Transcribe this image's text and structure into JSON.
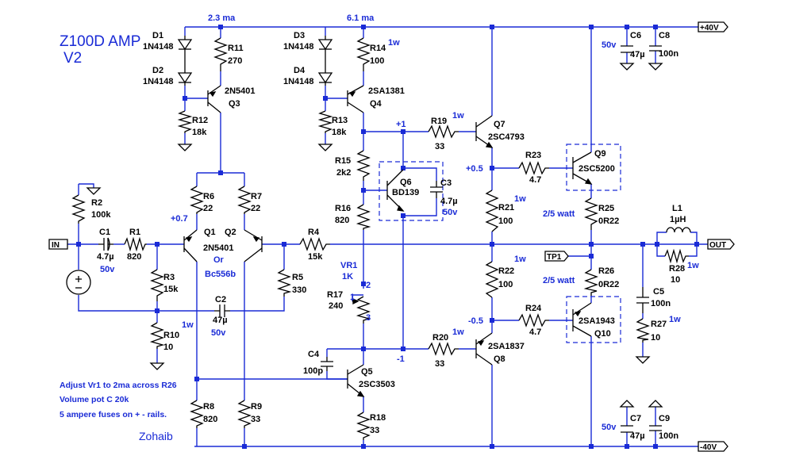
{
  "title": {
    "line1": "Z100D AMP",
    "line2": "V2"
  },
  "author": "Zohaib",
  "notes": [
    "Adjust Vr1 to 2ma across R26",
    "Volume pot C 20k",
    "5 ampere fuses on + - rails."
  ],
  "ports": {
    "in": "IN",
    "out": "OUT",
    "pos_rail": "+40V",
    "neg_rail": "-40V",
    "tp1": "TP1"
  },
  "currents": {
    "front": "2.3 ma",
    "vas": "6.1 ma"
  },
  "voltages": {
    "v_plus1": "+1",
    "v_plus05": "+0.5",
    "v_plus07": "+0.7",
    "v_minus05": "-0.5",
    "v_minus1": "-1"
  },
  "components": {
    "D1": {
      "ref": "D1",
      "value": "1N4148"
    },
    "D2": {
      "ref": "D2",
      "value": "1N4148"
    },
    "D3": {
      "ref": "D3",
      "value": "1N4148"
    },
    "D4": {
      "ref": "D4",
      "value": "1N4148"
    },
    "R1": {
      "ref": "R1",
      "value": "820"
    },
    "R2": {
      "ref": "R2",
      "value": "100k"
    },
    "R3": {
      "ref": "R3",
      "value": "15k"
    },
    "R4": {
      "ref": "R4",
      "value": "15k"
    },
    "R5": {
      "ref": "R5",
      "value": "330"
    },
    "R6": {
      "ref": "R6",
      "value": "22"
    },
    "R7": {
      "ref": "R7",
      "value": "22"
    },
    "R8": {
      "ref": "R8",
      "value": "820"
    },
    "R9": {
      "ref": "R9",
      "value": "33"
    },
    "R10": {
      "ref": "R10",
      "value": "10",
      "power": "1w"
    },
    "R11": {
      "ref": "R11",
      "value": "270"
    },
    "R12": {
      "ref": "R12",
      "value": "18k"
    },
    "R13": {
      "ref": "R13",
      "value": "18k"
    },
    "R14": {
      "ref": "R14",
      "value": "100",
      "power": "1w"
    },
    "R15": {
      "ref": "R15",
      "value": "2k2"
    },
    "R16": {
      "ref": "R16",
      "value": "820"
    },
    "R17": {
      "ref": "R17",
      "value": "240"
    },
    "R18": {
      "ref": "R18",
      "value": "33"
    },
    "R19": {
      "ref": "R19",
      "value": "33",
      "power": "1w"
    },
    "R20": {
      "ref": "R20",
      "value": "33",
      "power": "1w"
    },
    "R21": {
      "ref": "R21",
      "value": "100",
      "power": "1w"
    },
    "R22": {
      "ref": "R22",
      "value": "100",
      "power": "1w"
    },
    "R23": {
      "ref": "R23",
      "value": "4.7"
    },
    "R24": {
      "ref": "R24",
      "value": "4.7"
    },
    "R25": {
      "ref": "R25",
      "value": "0R22",
      "power": "2/5 watt"
    },
    "R26": {
      "ref": "R26",
      "value": "0R22",
      "power": "2/5 watt"
    },
    "R27": {
      "ref": "R27",
      "value": "10",
      "power": "1w"
    },
    "R28": {
      "ref": "R28",
      "value": "10",
      "power": "1w"
    },
    "C1": {
      "ref": "C1",
      "value": "4.7µ",
      "voltage": "50v"
    },
    "C2": {
      "ref": "C2",
      "value": "47µ",
      "voltage": "50v"
    },
    "C3": {
      "ref": "C3",
      "value": "4.7µ",
      "voltage": "50v"
    },
    "C4": {
      "ref": "C4",
      "value": "100p"
    },
    "C5": {
      "ref": "C5",
      "value": "100n"
    },
    "C6": {
      "ref": "C6",
      "value": "47µ",
      "voltage": "50v"
    },
    "C7": {
      "ref": "C7",
      "value": "47µ",
      "voltage": "50v"
    },
    "C8": {
      "ref": "C8",
      "value": "100n"
    },
    "C9": {
      "ref": "C9",
      "value": "100n"
    },
    "L1": {
      "ref": "L1",
      "value": "1µH"
    },
    "VR1": {
      "ref": "VR1",
      "value": "1K",
      "pin1": "1",
      "pin2": "2",
      "pin3": "3"
    },
    "Q1": {
      "ref": "Q1"
    },
    "Q2": {
      "ref": "Q2"
    },
    "Q12_part": {
      "value": "2N5401",
      "or": "Or",
      "alt": "Bc556b"
    },
    "Q3": {
      "ref": "Q3",
      "value": "2N5401"
    },
    "Q4": {
      "ref": "Q4",
      "value": "2SA1381"
    },
    "Q5": {
      "ref": "Q5",
      "value": "2SC3503"
    },
    "Q6": {
      "ref": "Q6",
      "value": "BD139"
    },
    "Q7": {
      "ref": "Q7",
      "value": "2SC4793"
    },
    "Q8": {
      "ref": "Q8",
      "value": "2SA1837"
    },
    "Q9": {
      "ref": "Q9",
      "value": "2SC5200"
    },
    "Q10": {
      "ref": "Q10",
      "value": "2SA1943"
    }
  }
}
